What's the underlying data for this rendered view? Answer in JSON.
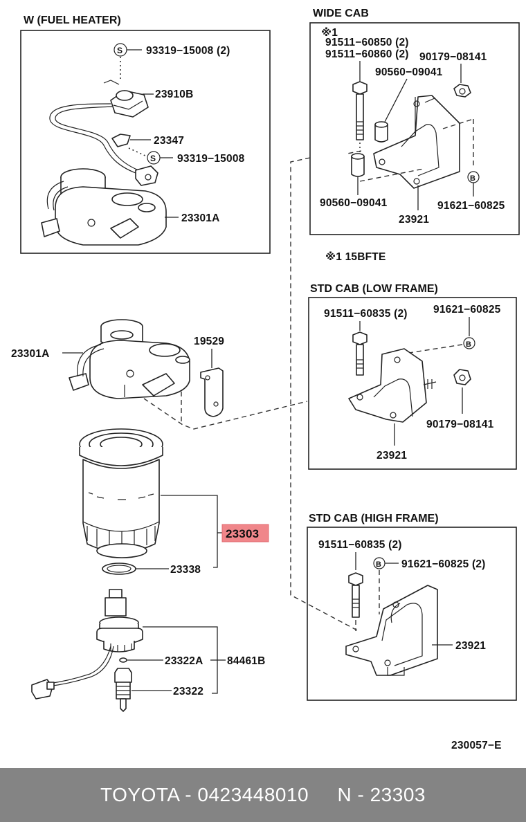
{
  "labels": {
    "fuel_heater_title": "W (FUEL  HEATER)",
    "wide_cab_title": "WIDE CAB",
    "std_low_title": "STD CAB (LOW FRAME)",
    "std_high_title": "STD CAB (HIGH FRAME)",
    "note_mark": "※1",
    "note_text": "※1  15BFTE",
    "s_mark": "S",
    "b_mark": "B",
    "p93319_15008_2": "93319−15008 (2)",
    "p23910B": "23910B",
    "p23347": "23347",
    "p93319_15008": "93319−15008",
    "p23301A_top": "23301A",
    "w_91511_60850": "91511−60850 (2)",
    "w_91511_60860": "91511−60860 (2)",
    "w_90179_08141": "90179−08141",
    "w_90560_09041_a": "90560−09041",
    "w_90560_09041_b": "90560−09041",
    "w_91621_60825": "91621−60825",
    "w_23921": "23921",
    "p23301A_main": "23301A",
    "p19529": "19529",
    "l_91511_60835": "91511−60835 (2)",
    "l_91621_60825": "91621−60825",
    "l_90179_08141": "90179−08141",
    "l_23921": "23921",
    "p23303": "23303",
    "p23338": "23338",
    "h_91511_60835": "91511−60835 (2)",
    "h_91621_60825": "91621−60825 (2)",
    "h_23921": "23921",
    "p23322A": "23322A",
    "p84461B": "84461B",
    "p23322": "23322",
    "diagram_code": "230057−E"
  },
  "highlight": {
    "part": "23303",
    "fill": "#f0868a",
    "border": "#e06a70"
  },
  "footer": {
    "text": "TOYOTA - 0423448010     N - 23303",
    "background": "#848484",
    "color": "#ffffff"
  }
}
